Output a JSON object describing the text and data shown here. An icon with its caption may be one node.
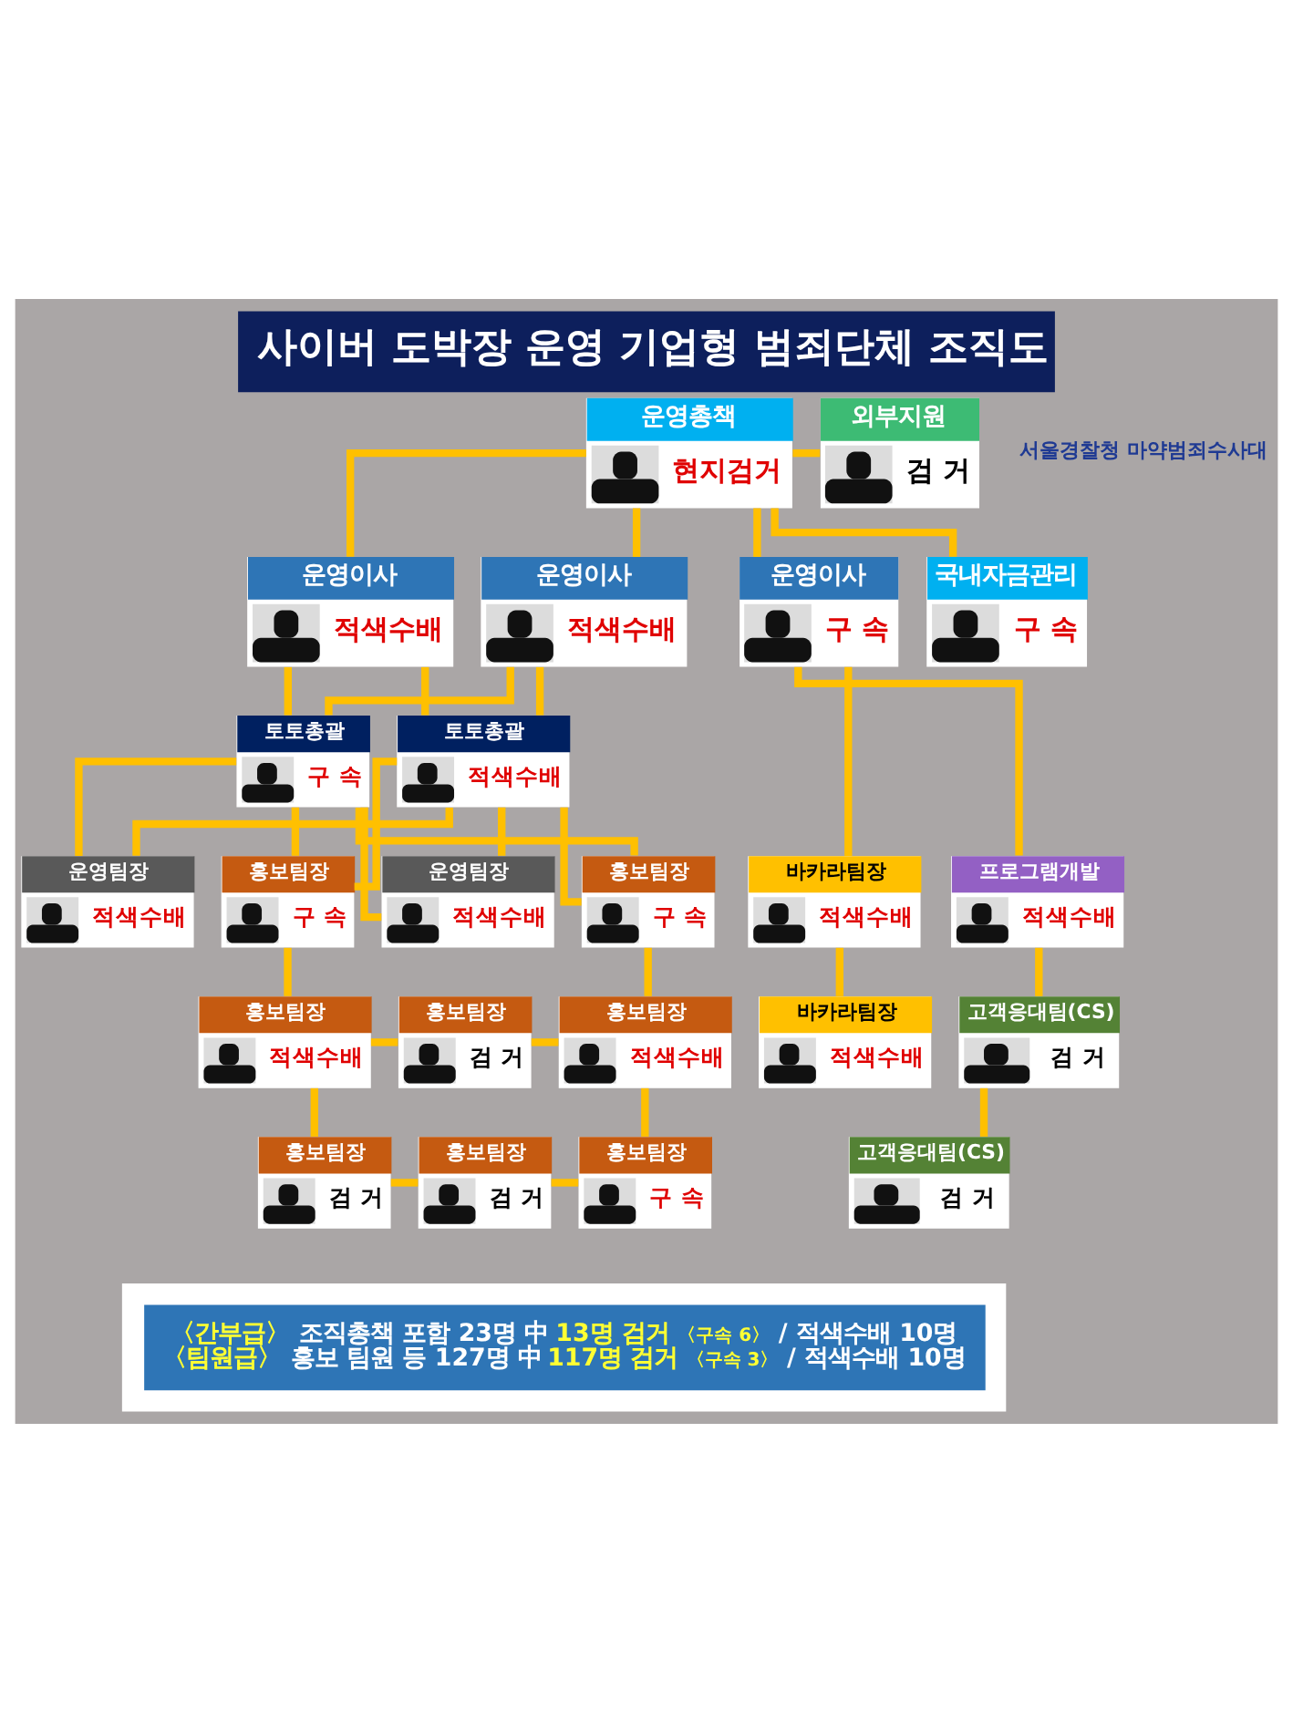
{
  "diagram": {
    "title": "사이버 도박장 운영 기업형 범죄단체 조직도",
    "nodes": [
      {
        "text": [
          "운영총책",
          "현지검거"
        ]
      },
      {
        "text": [
          "외부지원",
          "검 거"
        ]
      },
      {
        "text": [
          "운영이사",
          "적색수배"
        ]
      },
      {
        "text": [
          "운영이사",
          "적색수배"
        ]
      },
      {
        "text": [
          "운영이사",
          "구 속"
        ]
      },
      {
        "text": [
          "국내자금관리",
          "구 속"
        ]
      },
      {
        "text": [
          "토토총괄",
          "구 속"
        ]
      },
      {
        "text": [
          "토토총괄",
          "적색수배"
        ]
      },
      {
        "text": [
          "운영팀장",
          "적색수배"
        ]
      },
      {
        "text": [
          "홍보팀장",
          "구 속"
        ]
      },
      {
        "text": [
          "운영팀장",
          "적색수배"
        ]
      },
      {
        "text": [
          "홍보팀장",
          "구 속"
        ]
      },
      {
        "text": [
          "바카라팀장",
          "적색수배"
        ]
      },
      {
        "text": [
          "프로그램개발",
          "적색수배"
        ]
      },
      {
        "text": [
          "홍보팀장",
          "적색수배"
        ]
      },
      {
        "text": [
          "홍보팀장",
          "검 거"
        ]
      },
      {
        "text": [
          "홍보팀장",
          "적색수배"
        ]
      },
      {
        "text": [
          "바카라팀장",
          "적색수배"
        ]
      },
      {
        "text": [
          "고객응대팀(CS)",
          "검 거"
        ]
      },
      {
        "text": [
          "홍보팀장",
          "검 거"
        ]
      },
      {
        "text": [
          "홍보팀장",
          "검 거"
        ]
      },
      {
        "text": [
          "홍보팀장",
          "구 속"
        ]
      },
      {
        "text": [
          "고객응대팀(CS)",
          "검 거"
        ]
      }
    ],
    "edges": [
      {
        "from": 0,
        "to": 1,
        "arrow": "none"
      },
      {
        "from": 0,
        "to": 2,
        "arrow": "none"
      },
      {
        "from": 0,
        "to": 3,
        "arrow": "none"
      },
      {
        "from": 0,
        "to": 4,
        "arrow": "none"
      },
      {
        "from": 0,
        "to": 5,
        "arrow": "none"
      },
      {
        "from": 2,
        "to": 6,
        "arrow": "none"
      },
      {
        "from": 2,
        "to": 7,
        "arrow": "none"
      },
      {
        "from": 3,
        "to": 6,
        "arrow": "none"
      },
      {
        "from": 3,
        "to": 7,
        "arrow": "none"
      },
      {
        "from": 6,
        "to": 8,
        "arrow": "none"
      },
      {
        "from": 6,
        "to": 9,
        "arrow": "none"
      },
      {
        "from": 6,
        "to": 10,
        "arrow": "none"
      },
      {
        "from": 6,
        "to": 11,
        "arrow": "none"
      },
      {
        "from": 7,
        "to": 8,
        "arrow": "none"
      },
      {
        "from": 7,
        "to": 9,
        "arrow": "none"
      },
      {
        "from": 7,
        "to": 10,
        "arrow": "none"
      },
      {
        "from": 7,
        "to": 11,
        "arrow": "none"
      },
      {
        "from": 4,
        "to": 12,
        "arrow": "none"
      },
      {
        "from": 4,
        "to": 13,
        "arrow": "none"
      },
      {
        "from": 9,
        "to": 14,
        "arrow": "none"
      },
      {
        "from": 11,
        "to": 16,
        "arrow": "none"
      },
      {
        "from": 12,
        "to": 17,
        "arrow": "none"
      },
      {
        "from": 13,
        "to": 18,
        "arrow": "none"
      },
      {
        "from": 14,
        "to": 15,
        "arrow": "none"
      },
      {
        "from": 15,
        "to": 16,
        "arrow": "none"
      },
      {
        "from": 14,
        "to": 19,
        "arrow": "none"
      },
      {
        "from": 16,
        "to": 21,
        "arrow": "none"
      },
      {
        "from": 18,
        "to": 22,
        "arrow": "none"
      },
      {
        "from": 19,
        "to": 20,
        "arrow": "none"
      },
      {
        "from": 20,
        "to": 21,
        "arrow": "none"
      }
    ],
    "labels": [
      "서울경찰청 마약범죄수사대",
      "〈간부급〉",
      "조직총책 포함 23명 中",
      "13명 검거",
      "〈구속 6〉",
      "/ 적색수배 10명",
      "〈팀원급〉",
      "홍보 팀원 등 127명 中",
      "117명 검거",
      "〈구속 3〉",
      "/ 적색수배 10명"
    ]
  }
}
